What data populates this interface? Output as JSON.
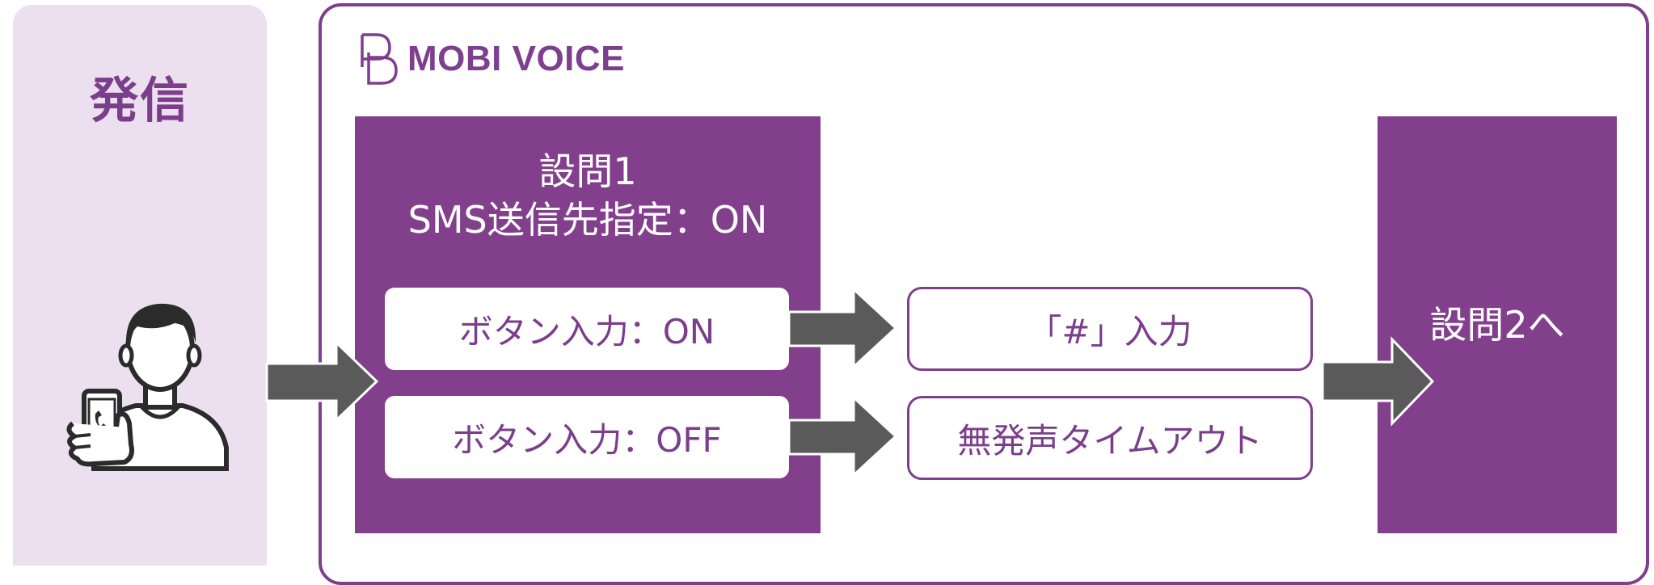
{
  "caller": {
    "title": "発信",
    "icon": "person-holding-phone-icon"
  },
  "system": {
    "logo_text": "MOBI VOICE",
    "logo_icon": "mobi-logo-icon"
  },
  "question1": {
    "title_line1": "設問1",
    "title_line2": "SMS送信先指定：ON",
    "options": [
      {
        "label": "ボタン入力：ON",
        "result": "「#」入力"
      },
      {
        "label": "ボタン入力：OFF",
        "result": "無発声タイムアウト"
      }
    ]
  },
  "next": {
    "label": "設問2へ"
  },
  "colors": {
    "brand_purple": "#823f8c",
    "light_purple": "#ecdff0",
    "arrow_gray": "#5a5a5a"
  }
}
